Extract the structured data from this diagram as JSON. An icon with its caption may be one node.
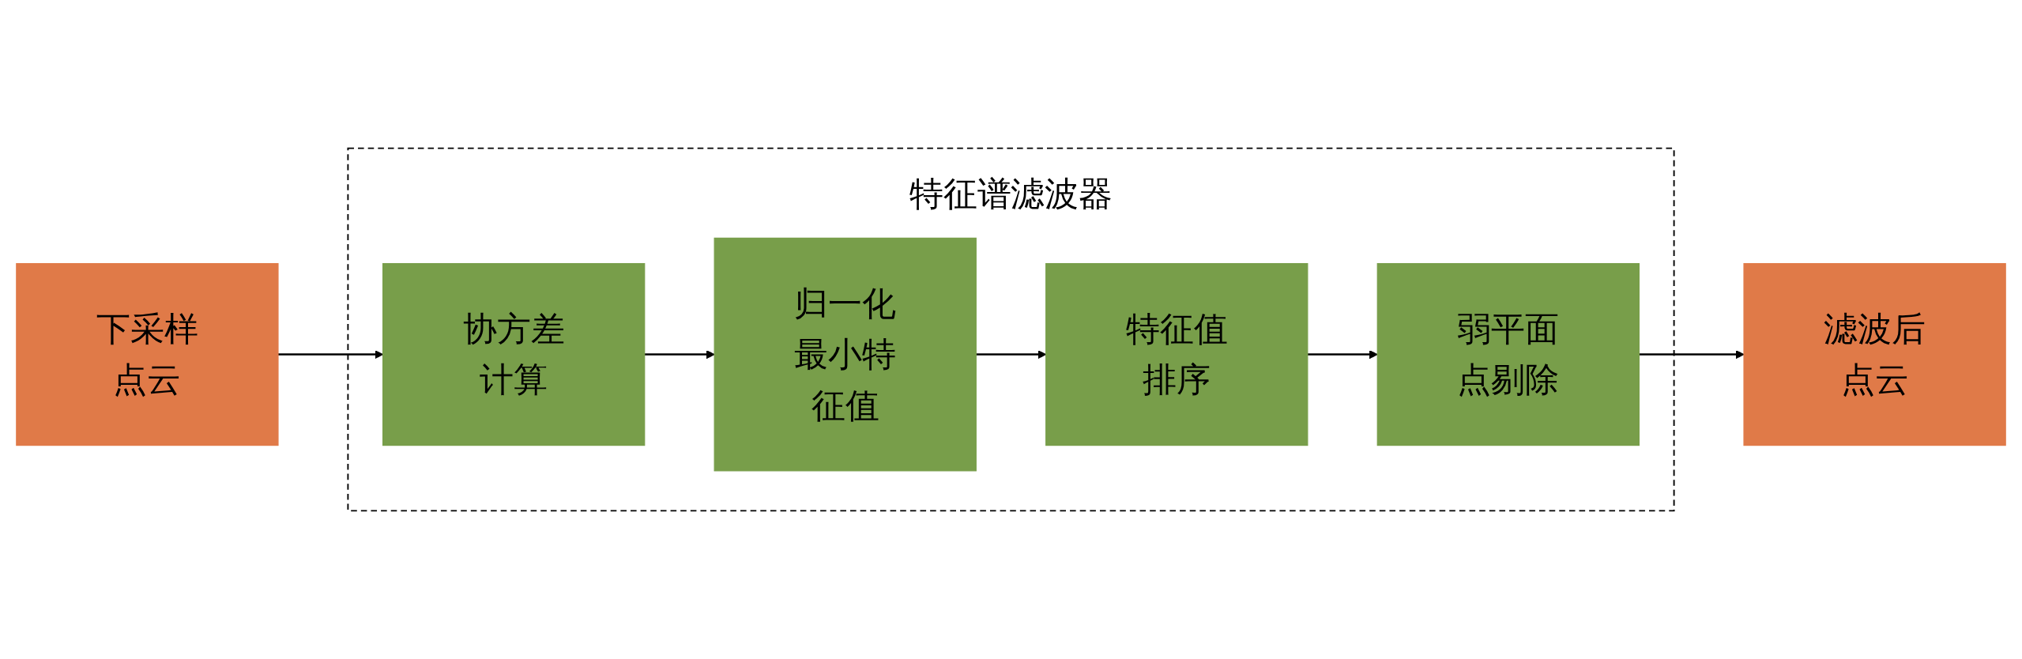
{
  "diagram": {
    "nodes": [
      {
        "text": [
          "下采样点云"
        ]
      },
      {
        "text": [
          "特征谱滤波器"
        ]
      },
      {
        "text": [
          "协方差计算"
        ],
        "in": 1
      },
      {
        "text": [
          "归一化最小特征值"
        ],
        "in": 1
      },
      {
        "text": [
          "特征值排序"
        ],
        "in": 1
      },
      {
        "text": [
          "弱平面点剔除"
        ],
        "in": 1
      },
      {
        "text": [
          "滤波后点云"
        ]
      }
    ],
    "edges": [
      {
        "from": 0,
        "to": 2,
        "arrow": "to"
      },
      {
        "from": 2,
        "to": 3,
        "arrow": "to"
      },
      {
        "from": 3,
        "to": 4,
        "arrow": "to"
      },
      {
        "from": 4,
        "to": 5,
        "arrow": "to"
      },
      {
        "from": 5,
        "to": 6,
        "arrow": "to"
      }
    ]
  }
}
